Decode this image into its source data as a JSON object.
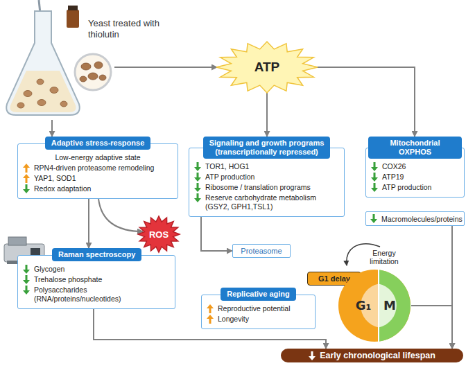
{
  "diagram": {
    "nodes": [
      {
        "text": [
          "Yeast treated with thiolutin"
        ]
      },
      {
        "text": [
          "ATP"
        ]
      },
      {
        "text": [
          "Adaptive stress-response",
          "Low-energy adaptive state",
          "RPN4-driven proteasome remodeling",
          "YAP1, SOD1",
          "Redox adaptation"
        ]
      },
      {
        "text": [
          "Signaling and growth programs",
          "(transcriptionally repressed)",
          "TOR1, HOG1",
          "ATP production",
          "Ribosome / translation programs",
          "Reserve carbohydrate metabolism (GSY2, GPH1,TSL1)"
        ]
      },
      {
        "text": [
          "Mitochondrial OXPHOS",
          "COX26",
          "ATP19",
          "ATP production"
        ]
      },
      {
        "text": [
          "ROS"
        ]
      },
      {
        "text": [
          "Proteasome"
        ]
      },
      {
        "text": [
          "Macromolecules/proteins"
        ]
      },
      {
        "text": [
          "Raman spectroscopy",
          "Glycogen",
          "Trehalose phosphate",
          "Polysaccharides (RNA/proteins/nucleotides)"
        ]
      },
      {
        "text": [
          "G1 delay"
        ]
      },
      {
        "text": [
          "G₁",
          "M"
        ]
      },
      {
        "text": [
          "Replicative aging",
          "Reproductive potential",
          "Longevity"
        ]
      },
      {
        "text": [
          "Early chronological lifespan"
        ]
      }
    ],
    "edges": [
      {
        "from": 0,
        "to": 2,
        "arrow": "to"
      },
      {
        "from": 0,
        "to": 1,
        "arrow": "to"
      },
      {
        "from": 1,
        "to": 3,
        "arrow": "to"
      },
      {
        "from": 1,
        "to": 4,
        "arrow": "to"
      },
      {
        "from": 2,
        "to": 5,
        "arrow": "to"
      },
      {
        "from": 2,
        "to": 8,
        "arrow": "to"
      },
      {
        "from": 3,
        "to": 6,
        "arrow": "to"
      },
      {
        "from": 8,
        "to": 12,
        "arrow": "to"
      },
      {
        "from": 7,
        "to": 12,
        "arrow": "to"
      },
      {
        "from": 10,
        "to": 12,
        "arrow": "to"
      }
    ],
    "labels": [
      "Energy limitation"
    ]
  }
}
